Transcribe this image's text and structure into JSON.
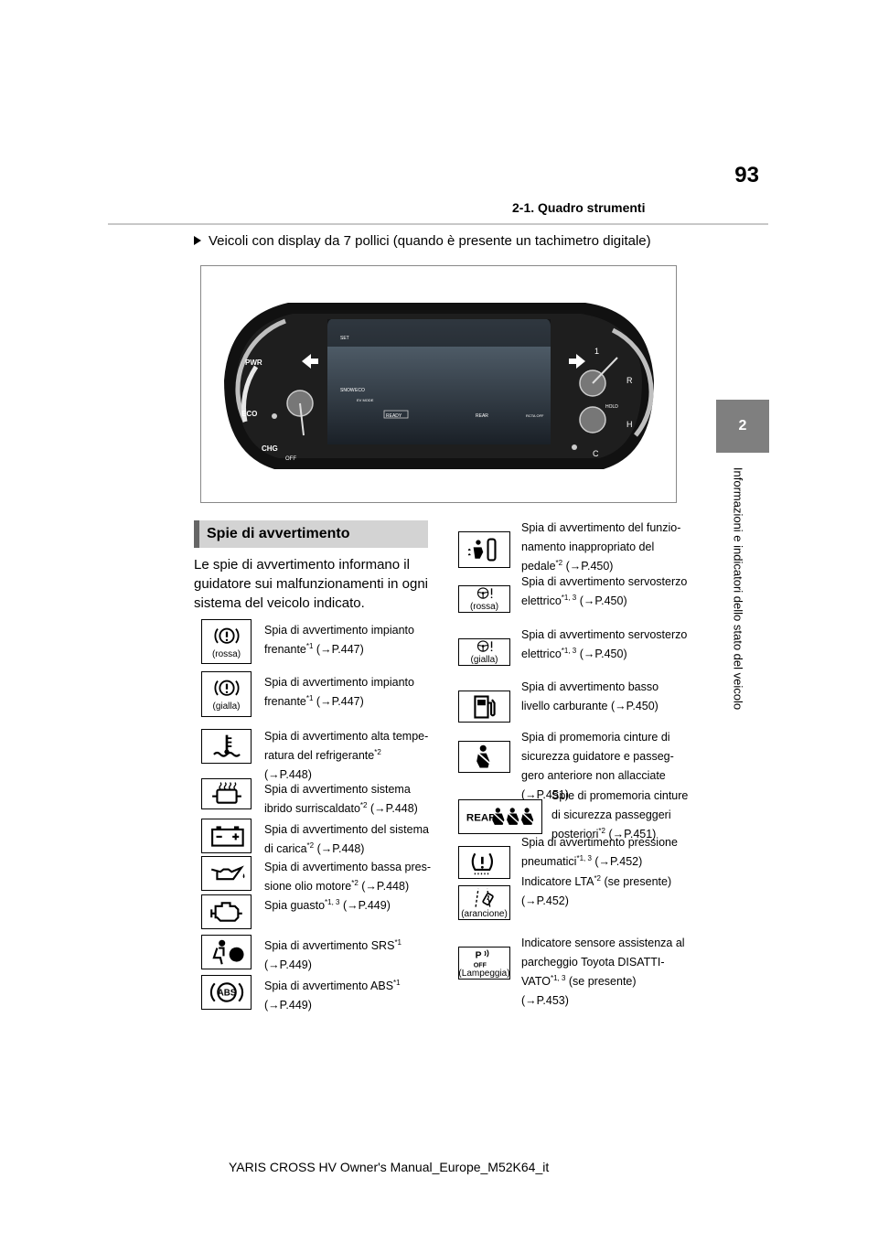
{
  "header": {
    "page_number": "93",
    "section": "2-1. Quadro strumenti"
  },
  "side_tab": {
    "number": "2",
    "label": "Informazioni e indicatori dello stato del veicolo"
  },
  "intro": "Veicoli con display da 7 pollici (quando è presente un tachimetro digitale)",
  "dashboard": {
    "left_labels": [
      "PWR",
      "ECO",
      "CHG"
    ],
    "off_label": "OFF",
    "set_label": "SET",
    "snow_label": "SNOW",
    "eco_label": "ECO",
    "ev_label": "EV MODE",
    "ready_label": "READY",
    "rear_label": "REAR",
    "hold_label": "HOLD",
    "rcta_label": "RCTA OFF",
    "right_labels": [
      "1",
      "R",
      "H",
      "C"
    ]
  },
  "warnings_heading": "Spie di avvertimento",
  "warnings_intro": "Le spie di avvertimento informano il guidatore sui malfunzionamenti in ogni sistema del veicolo indicato.",
  "left_column": [
    {
      "icon": "brake-warning-icon",
      "caption": "(rossa)",
      "line1": "Spia di avvertimento impianto",
      "line2a": "frenante",
      "sup": "*1",
      "ref": " (→P.447)"
    },
    {
      "icon": "brake-warning-icon",
      "caption": "(gialla)",
      "line1": "Spia di avvertimento impianto",
      "line2a": "frenante",
      "sup": "*1",
      "ref": " (→P.447)"
    },
    {
      "icon": "coolant-temp-icon",
      "caption": "",
      "line1": "Spia di avvertimento alta tempe-",
      "line2a": "ratura del refrigerante",
      "sup": "*2",
      "ref": "(→P.448)"
    },
    {
      "icon": "hybrid-overheat-icon",
      "caption": "",
      "line1": "Spia di avvertimento sistema",
      "line2a": "ibrido surriscaldato",
      "sup": "*2",
      "ref": " (→P.448)"
    },
    {
      "icon": "battery-icon",
      "caption": "",
      "line1": "Spia di avvertimento del sistema",
      "line2a": "di carica",
      "sup": "*2",
      "ref": " (→P.448)"
    },
    {
      "icon": "oil-pressure-icon",
      "caption": "",
      "line1": "Spia di avvertimento bassa pres-",
      "line2a": "sione olio motore",
      "sup": "*2",
      "ref": " (→P.448)"
    },
    {
      "icon": "engine-icon",
      "caption": "",
      "line1": "",
      "line2a": "Spia guasto",
      "sup": "*1, 3",
      "ref": " (→P.449)"
    },
    {
      "icon": "srs-airbag-icon",
      "caption": "",
      "line1": "",
      "line2a": "Spia di avvertimento SRS",
      "sup": "*1",
      "ref": "(→P.449)"
    },
    {
      "icon": "abs-icon",
      "caption": "",
      "line1": "",
      "line2a": "Spia di avvertimento ABS",
      "sup": "*1",
      "ref": "(→P.449)"
    }
  ],
  "right_column": [
    {
      "icon": "pedal-misuse-icon",
      "caption": "",
      "line1": "Spia di avvertimento del funzio-",
      "line2": "namento inappropriato del",
      "line3a": "pedale",
      "sup": "*2",
      "ref": " (→P.450)"
    },
    {
      "icon": "power-steering-icon",
      "caption": "(rossa)",
      "line1": "Spia di avvertimento servosterzo",
      "line3a": "elettrico",
      "sup": "*1, 3",
      "ref": " (→P.450)"
    },
    {
      "icon": "power-steering-icon",
      "caption": "(gialla)",
      "line1": "Spia di avvertimento servosterzo",
      "line3a": "elettrico",
      "sup": "*1, 3",
      "ref": " (→P.450)"
    },
    {
      "icon": "low-fuel-icon",
      "caption": "",
      "line1": "Spia di avvertimento basso",
      "line3a": "livello carburante (→P.450)",
      "sup": "",
      "ref": ""
    },
    {
      "icon": "seatbelt-icon",
      "caption": "",
      "line1": "Spia di promemoria cinture di",
      "line2": "sicurezza guidatore e passeg-",
      "line2b": "gero anteriore non allacciate",
      "line3a": "(→P.451)",
      "sup": "",
      "ref": ""
    },
    {
      "icon": "rear-seatbelt-icon",
      "caption": "",
      "line1": "Spie di promemoria cinture",
      "line2": "di sicurezza passeggeri",
      "line3a": "posteriori",
      "sup": "*2",
      "ref": " (→P.451)",
      "rear_label": "REAR"
    },
    {
      "icon": "tire-pressure-icon",
      "caption": "",
      "line1": "Spia di avvertimento pressione",
      "line3a": "pneumatici",
      "sup": "*1, 3",
      "ref": " (→P.452)"
    },
    {
      "icon": "lta-icon",
      "caption": "(arancione)",
      "line1": "Indicatore LTA",
      "sup1": "*2",
      "line1b": " (se presente)",
      "line3a": "(→P.452)",
      "sup": "",
      "ref": ""
    },
    {
      "icon": "parking-assist-off-icon",
      "caption": "(Lampeggia)",
      "line1": "Indicatore sensore assistenza al",
      "line2": "parcheggio Toyota DISATTI-",
      "line3a": "VATO",
      "sup": "*1, 3",
      "ref": " (se presente)",
      "line4": "(→P.453)",
      "off_label": "OFF"
    }
  ],
  "footer": "YARIS CROSS HV Owner's Manual_Europe_M52K64_it"
}
